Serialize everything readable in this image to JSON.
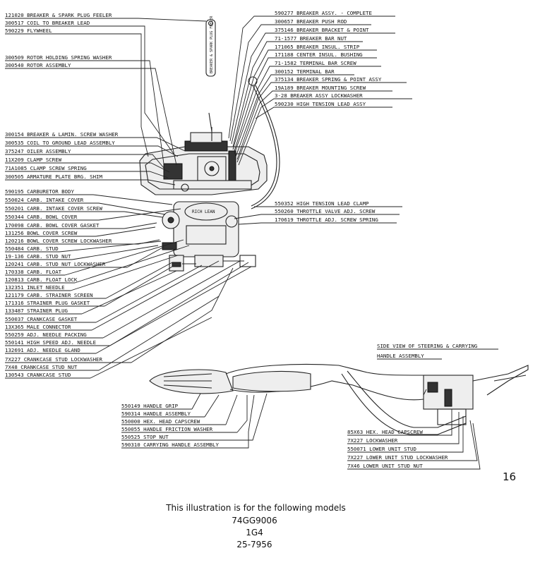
{
  "left_labels": [
    "121020 BREAKER & SPARK PLUG FEELER",
    "300517 COIL TO BREAKER LEAD",
    "590229 FLYWHEEL",
    "300509 ROTOR HOLDING SPRING WASHER",
    "300540 ROTOR ASSEMBLY",
    "300154 BREAKER & LAMIN. SCREW WASHER",
    "300535 COIL TO GROUND LEAD ASSEMBLY",
    "375247 OILER ASSEMBLY",
    "11X209 CLAMP SCREW",
    "71A1085 CLAMP SCREW SPRING",
    "300505 ARMATURE PLATE BRG. SHIM",
    "590195 CARBURETOR BODY",
    "550024 CARB. INTAKE COVER",
    "550201 CARB. INTAKE COVER SCREW",
    "550344 CARB. BOWL COVER",
    "170098 CARB. BOWL COVER GASKET",
    "131256 BOWL COVER SCREW",
    "120216 BOWL COVER SCREW LOCKWASHER",
    "550484 CARB. STUD",
    "19-136 CARB. STUD NUT",
    "120241 CARB. STUD NUT LOCKWASHER",
    "170338 CARB. FLOAT",
    "120813 CARB. FLOAT LOCK",
    "132351 INLET NEEDLE",
    "121179 CARB. STRAINER SCREEN",
    "171316 STRAINER PLUG GASKET",
    "133487 STRAINER PLUG",
    "550037 CRANKCASE GASKET",
    "13X365 MALE CONNECTOR",
    "550259 ADJ. NEEDLE PACKING",
    "550141 HIGH SPEED ADJ. NEEDLE",
    "132691 ADJ. NEEDLE GLAND",
    "7X227 CRANKCASE STUD LOCKWASHER",
    "7X48 CRANKCASE STUD NUT",
    "130543 CRANKCASE STUD"
  ],
  "right_labels": [
    "590277 BREAKER ASSY. - COMPLETE",
    "300657 BREAKER PUSH ROD",
    "375146 BREAKER BRACKET & POINT",
    "71-1577 BREAKER BAR NUT",
    "171065 BREAKER INSUL. STRIP",
    "171188 CENTER INSUL. BUSHING",
    "71-1582 TERMINAL BAR SCREW",
    "300152 TERMINAL BAR",
    "375134 BREAKER SPRING & POINT ASSY",
    "19A189 BREAKER MOUNTING SCREW",
    "3-28 BREAKER ASSY LOCKWASHER",
    "590230 HIGH TENSION LEAD ASSY"
  ],
  "mid_right_labels": [
    "550352 HIGH TENSION LEAD CLAMP",
    "550260 THROTTLE VALVE ADJ. SCREW",
    "170619 THROTTLE ADJ. SCREW SPRING"
  ],
  "handle_labels": [
    "550149 HANDLE GRIP",
    "590314 HANDLE ASSEMBLY",
    "550000 HEX. HEAD CAPSCREW",
    "550055 HANDLE FRICTION WASHER",
    "550525 STOP NUT",
    "590310 CARRYING HANDLE ASSEMBLY"
  ],
  "side_view_title_1": "SIDE VIEW OF STEERING & CARRYING",
  "side_view_title_2": "HANDLE ASSEMBLY",
  "steering_labels": [
    "85X63 HEX. HEAD CAPSCREW",
    "7X227 LOCKWASHER",
    "550071 LOWER UNIT STUD",
    "7X227 LOWER UNIT STUD LOCKWASHER",
    "7X46 LOWER UNIT STUD NUT"
  ],
  "feeler_gauge_text": "BREAKER & SPARK PLUG FEELER",
  "carb_embossed_text": "RICH LEAN",
  "page_number": "16",
  "footer": {
    "caption": "This illustration is for the following models",
    "models": [
      "74GG9006",
      "1G4",
      "25-7956"
    ]
  }
}
